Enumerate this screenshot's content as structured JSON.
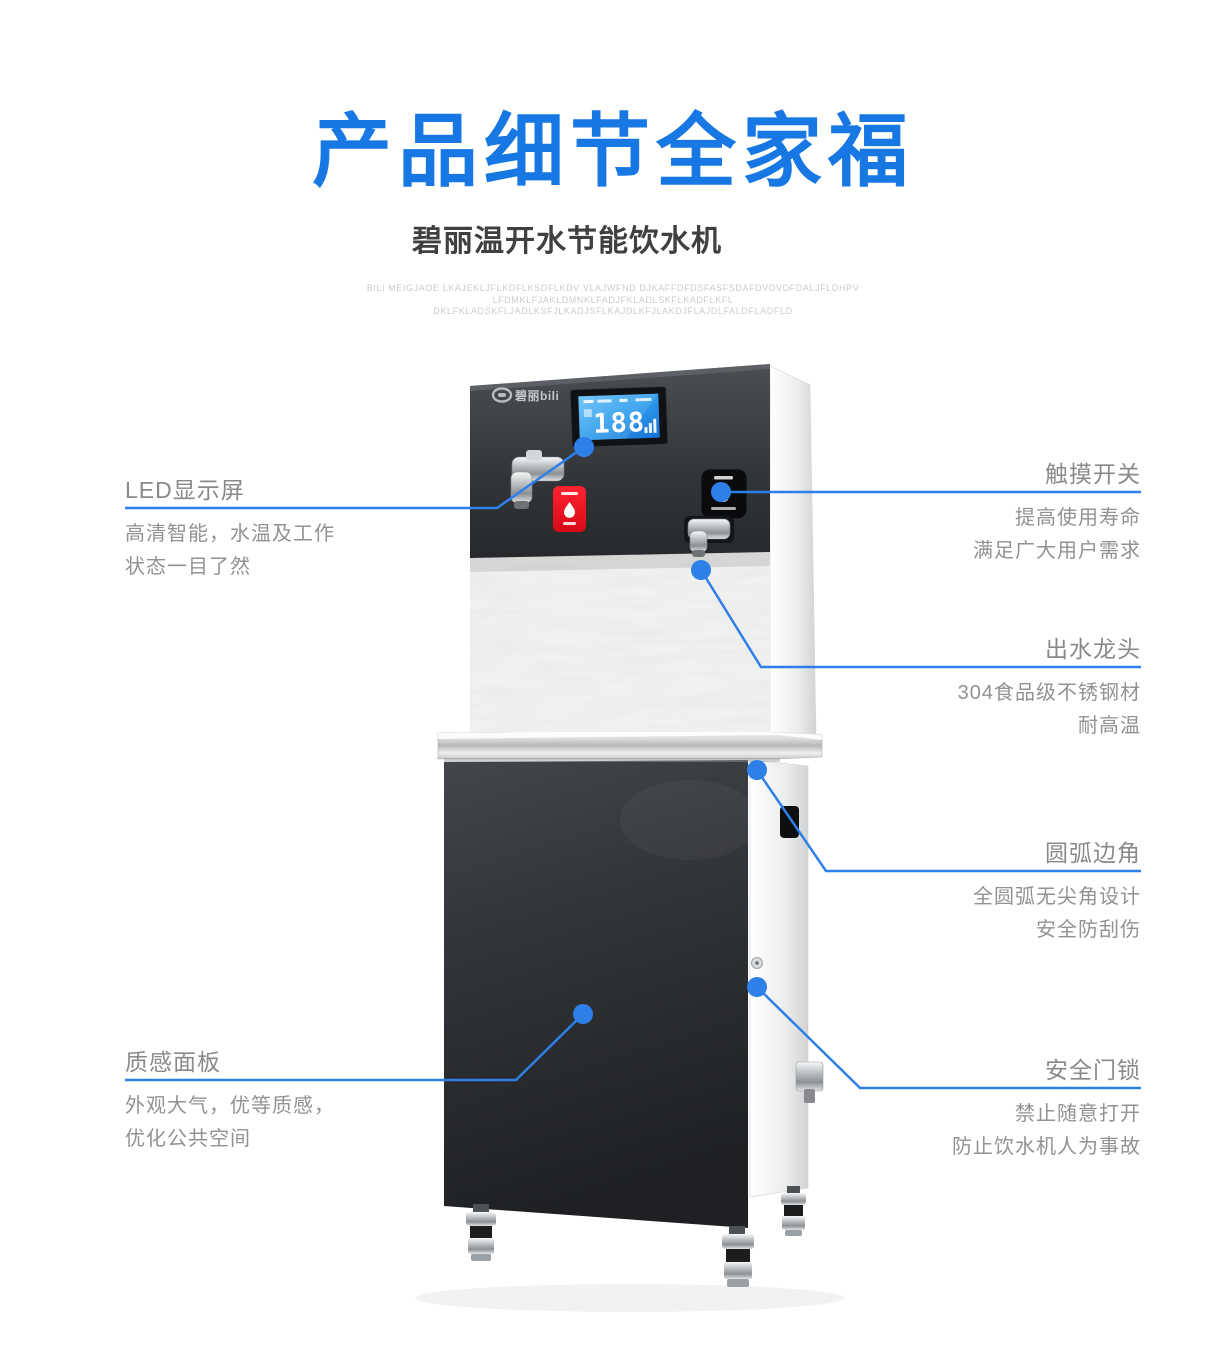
{
  "header": {
    "title": "产品细节全家福",
    "subtitle": "碧丽温开水节能饮水机",
    "fineprint": [
      "BILI MEIGJAOE LKAJEKLJFLKDFLKSDFLKDV VLAJWFND  DJKAFFDFDSFASFSDAFDVDVDFDALJFLDHPV",
      "LFDMKLFJAKLDMNKLFADJFKLADLSKFLKADFLKFL",
      "DKLFKLADSKFLJADLKSFJLKADJSFLKAJDLKFJLAKDJFLAJDLFALDFLADFLD"
    ]
  },
  "machine": {
    "brand_logo": "碧丽bili",
    "display_value": "188"
  },
  "callouts": {
    "led": {
      "title": "LED显示屏",
      "line1": "高清智能，水温及工作",
      "line2": "状态一目了然"
    },
    "touch": {
      "title": "触摸开关",
      "line1": "提高使用寿命",
      "line2": "满足广大用户需求"
    },
    "faucet": {
      "title": "出水龙头",
      "line1": "304食品级不锈钢材",
      "line2": "耐高温"
    },
    "corner": {
      "title": "圆弧边角",
      "line1": "全圆弧无尖角设计",
      "line2": "安全防刮伤"
    },
    "panel": {
      "title": "质感面板",
      "line1": "外观大气，优等质感，",
      "line2": "优化公共空间"
    },
    "lock": {
      "title": "安全门锁",
      "line1": "禁止随意打开",
      "line2": "防止饮水机人为事故"
    }
  },
  "colors": {
    "accent_blue": "#1777e3",
    "line_blue": "#2e7fe8",
    "label_title_gray": "#8a8a8a",
    "label_desc_gray": "#929292",
    "red_button": "#e8101f",
    "lcd_blue": "#2f9ded"
  }
}
